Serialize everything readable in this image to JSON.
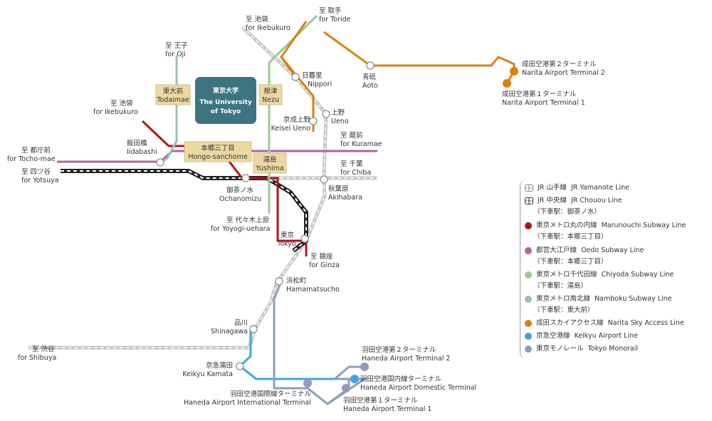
{
  "colors": {
    "marunouchi": "#b5121b",
    "oedo": "#b0649a",
    "chiyoda": "#9bc992",
    "namboku": "#9bbfbc",
    "narita": "#d9820f",
    "keikyu": "#3ea7dc",
    "monorail": "#8e9dbb",
    "jr": "#c8c8c8",
    "hub": "#3c7482",
    "highlight": "#ecd9a0"
  },
  "hub": {
    "line1": "東京大学",
    "line2": "The University",
    "line3": "of Tokyo"
  },
  "highlight_stations": {
    "todaimae": {
      "ja": "東大前",
      "en": "Todaimae"
    },
    "nezu": {
      "ja": "根津",
      "en": "Nezu"
    },
    "hongo": {
      "ja": "本郷三丁目",
      "en": "Hongo-sanchome"
    },
    "yushima": {
      "ja": "湯島",
      "en": "Yushima"
    }
  },
  "stations": {
    "nippori": {
      "ja": "日暮里",
      "en": "Nippori"
    },
    "aoto": {
      "ja": "青砥",
      "en": "Aoto"
    },
    "narita2": {
      "ja": "成田空港第２ターミナル",
      "en": "Narita Airport Terminal 2"
    },
    "narita1": {
      "ja": "成田空港第１ターミナル",
      "en": "Narita Airport Terminal 1"
    },
    "keisei_ueno": {
      "ja": "京成上野",
      "en": "Keisei Ueno"
    },
    "ueno": {
      "ja": "上野",
      "en": "Ueno"
    },
    "iidabashi": {
      "ja": "飯田橋",
      "en": "Iidabashi"
    },
    "ochanomizu": {
      "ja": "御茶ノ水",
      "en": "Ochanomizu"
    },
    "akihabara": {
      "ja": "秋葉原",
      "en": "Akihabara"
    },
    "tokyo": {
      "ja": "東京",
      "en": "Tokyo"
    },
    "hamamatsucho": {
      "ja": "浜松町",
      "en": "Hamamatsucho"
    },
    "shinagawa": {
      "ja": "品川",
      "en": "Shinagawa"
    },
    "keikyu_kamata": {
      "ja": "京急蒲田",
      "en": "Keikyu Kamata"
    },
    "haneda_t2": {
      "ja": "羽田空港第２ターミナル",
      "en": "Haneda Airport Terminal 2"
    },
    "haneda_dom": {
      "ja": "羽田空港国内線ターミナル",
      "en": "Haneda Airport Domestic Terminal"
    },
    "haneda_t1": {
      "ja": "羽田空港第１ターミナル",
      "en": "Haneda Airport Terminal 1"
    },
    "haneda_intl": {
      "ja": "羽田空港国際線ターミナル",
      "en": "Haneda Airport International Terminal"
    }
  },
  "directions": {
    "ikebukuro_top": {
      "ja": "至 池袋",
      "en": "for Ikebukuro"
    },
    "toride": {
      "ja": "至 取手",
      "en": "for Toride"
    },
    "oji": {
      "ja": "至 王子",
      "en": "for Oji"
    },
    "ikebukuro_left": {
      "ja": "至 池袋",
      "en": "for Ikebukuro"
    },
    "kuramae": {
      "ja": "至 蔵前",
      "en": "for Kuramae"
    },
    "tochomae": {
      "ja": "至 都庁前",
      "en": "for Tocho-mae"
    },
    "chiba": {
      "ja": "至 千葉",
      "en": "for Chiba"
    },
    "yotsuya": {
      "ja": "至 四ツ谷",
      "en": "for Yotsuya"
    },
    "yoyogi": {
      "ja": "至 代々木上原",
      "en": "for Yoyogi-uehara"
    },
    "ginza": {
      "ja": "至 銀座",
      "en": "for Ginza"
    },
    "shibuya": {
      "ja": "至 渋谷",
      "en": "for Shibuya"
    }
  },
  "legend": [
    {
      "icon": "jr-icon",
      "color": "#c8c8c8",
      "ja": "JR 山手線",
      "en": "JR Yamanote Line",
      "note": ""
    },
    {
      "icon": "jr-icon",
      "color": "#333333",
      "ja": "JR 中央線",
      "en": "JR Chouou Line",
      "note": "（下車駅：御茶ノ水）"
    },
    {
      "icon": "dot-icon",
      "color": "#b5121b",
      "ja": "東京メトロ丸の内線",
      "en": "Marunouchi Subway Line",
      "note": "（下車駅：本郷三丁目）"
    },
    {
      "icon": "dot-icon",
      "color": "#b0649a",
      "ja": "都営大江戸線",
      "en": "Oedo Subway Line",
      "note": "（下車駅：本郷三丁目）"
    },
    {
      "icon": "dot-icon",
      "color": "#9bc992",
      "ja": "東京メトロ千代田線",
      "en": "Chiyoda Subway Line",
      "note": "（下車駅：湯島）"
    },
    {
      "icon": "dot-icon",
      "color": "#9bbfbc",
      "ja": "東京メトロ南北線",
      "en": "Namboku Subway Line",
      "note": "（下車駅：東大前）"
    },
    {
      "icon": "dot-icon",
      "color": "#d9820f",
      "ja": "成田スカイアクセス線",
      "en": "Narita Sky Access Line",
      "note": ""
    },
    {
      "icon": "dot-icon",
      "color": "#3ea7dc",
      "ja": "京急空港線",
      "en": "Keikyu Airport Line",
      "note": ""
    },
    {
      "icon": "dot-icon",
      "color": "#8e9dbb",
      "ja": "東京モノレール",
      "en": "Tokyo Monorail",
      "note": ""
    }
  ]
}
